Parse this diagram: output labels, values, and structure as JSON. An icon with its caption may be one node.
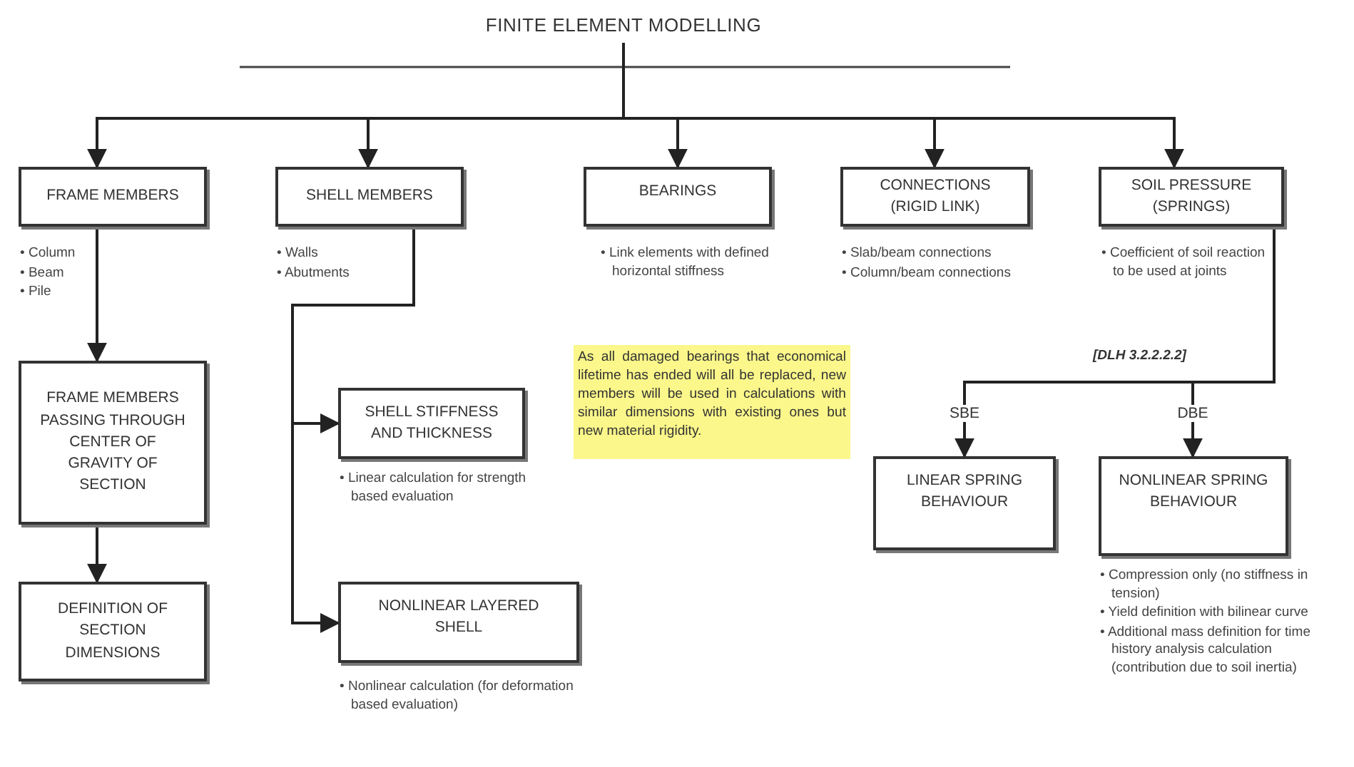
{
  "diagram": {
    "nodes": [
      {
        "text": [
          "FINITE ELEMENT MODELLING"
        ]
      },
      {
        "text": [
          "FRAME MEMBERS"
        ],
        "beside": [
          "• Column",
          "• Beam",
          "• Pile"
        ]
      },
      {
        "text": [
          "SHELL MEMBERS"
        ],
        "beside": [
          "• Walls",
          "• Abutments"
        ]
      },
      {
        "text": [
          "BEARINGS"
        ],
        "beside": [
          "• Link elements with defined horizontal stiffness"
        ]
      },
      {
        "text": [
          "CONNECTIONS (RIGID LINK)"
        ],
        "beside": [
          "• Slab/beam connections",
          "• Column/beam connections"
        ]
      },
      {
        "text": [
          "SOIL PRESSURE (SPRINGS)"
        ],
        "beside": [
          "• Coefficient of soil reaction to be used at joints"
        ]
      },
      {
        "text": [
          "FRAME MEMBERS PASSING THROUGH CENTER OF GRAVITY OF SECTION"
        ]
      },
      {
        "text": [
          "DEFINITION OF SECTION DIMENSIONS"
        ]
      },
      {
        "text": [
          "SHELL STIFFNESS AND THICKNESS"
        ],
        "beside": [
          "• Linear calculation for strength based evaluation"
        ]
      },
      {
        "text": [
          "NONLINEAR LAYERED SHELL"
        ],
        "beside": [
          "• Nonlinear calculation  (for deformation based evaluation)"
        ]
      },
      {
        "text": [
          "As all damaged bearings that economical lifetime has ended will all be replaced, new members will be used in calculations with similar dimensions with existing ones but new material rigidity."
        ]
      },
      {
        "text": [
          "LINEAR SPRING BEHAVIOUR"
        ]
      },
      {
        "text": [
          "NONLINEAR SPRING BEHAVIOUR"
        ],
        "beside": [
          "• Compression only (no stiffness in tension)",
          "• Yield definition with bilinear curve",
          "• Additional mass definition for time history analysis calculation (contribution due to soil inertia)"
        ]
      }
    ],
    "edges": [
      {
        "from": 0,
        "to": 1,
        "arrow": "to"
      },
      {
        "from": 0,
        "to": 2,
        "arrow": "to"
      },
      {
        "from": 0,
        "to": 3,
        "arrow": "to"
      },
      {
        "from": 0,
        "to": 4,
        "arrow": "to"
      },
      {
        "from": 0,
        "to": 5,
        "arrow": "to"
      },
      {
        "from": 1,
        "to": 6,
        "arrow": "to"
      },
      {
        "from": 6,
        "to": 7,
        "arrow": "to"
      },
      {
        "from": 2,
        "to": 8,
        "arrow": "to"
      },
      {
        "from": 2,
        "to": 9,
        "arrow": "to"
      },
      {
        "from": 5,
        "to": 11,
        "arrow": "to",
        "label": "SBE"
      },
      {
        "from": 5,
        "to": 12,
        "arrow": "to",
        "label": "DBE"
      }
    ],
    "labels": [
      "[DLH 3.2.2.2.2]"
    ]
  }
}
